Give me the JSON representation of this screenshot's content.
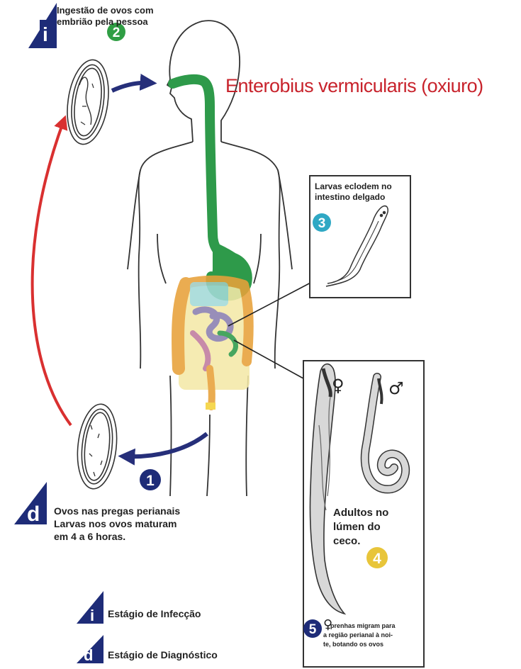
{
  "title": "Enterobius vermicularis (oxiuro)",
  "step_ingestion": {
    "number": "2",
    "line1": "Ingestão de ovos com",
    "line2": "embrião pela pessoa"
  },
  "step_larvae": {
    "number": "3",
    "line1": "Larvas eclodem no",
    "line2": "intestino delgado"
  },
  "step_eggs": {
    "number": "1",
    "line1": "Ovos nas pregas perianais",
    "line2": "Larvas nos ovos maturam",
    "line3": "em 4 a 6 horas."
  },
  "step_adults": {
    "number": "4",
    "line1": "Adultos no",
    "line2": "lúmen do",
    "line3": "ceco.",
    "female_symbol": "♀",
    "male_symbol": "♂"
  },
  "step_migration": {
    "number": "5",
    "symbol": "♀",
    "line1": "prenhas migram para",
    "line2": "a região perianal à noi-",
    "line3": "te, botando os ovos"
  },
  "legend": {
    "infection_letter": "i",
    "infection_label": "Estágio de Infecção",
    "diagnosis_letter": "d",
    "diagnosis_label": "Estágio de Diagnóstico"
  },
  "colors": {
    "title": "#c8232c",
    "stage_icon": "#1e2c78",
    "num2": "#2f9e44",
    "num3": "#2fa8c4",
    "num4": "#e8c53a",
    "num1": "#1e2c78",
    "num5": "#1e2c78",
    "red_arrow": "#d93030",
    "blue_arrow": "#262f7a",
    "digestive_green": "#2e9a4a"
  }
}
